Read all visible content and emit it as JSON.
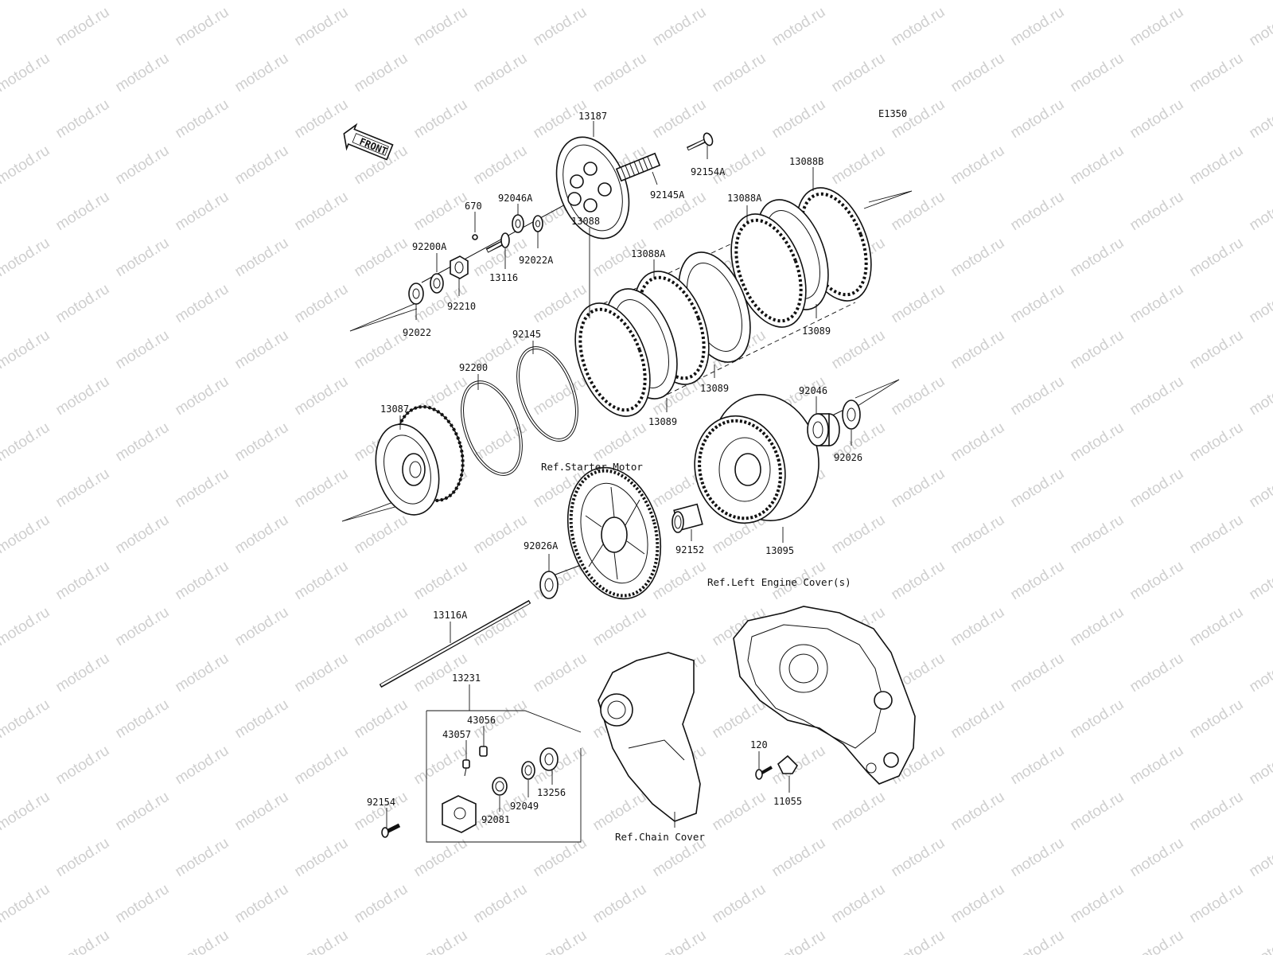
{
  "diagram": {
    "code": "E1350",
    "front_arrow": "FRONT",
    "watermark": "motod.ru",
    "parts": {
      "p13187": "13187",
      "p92154A": "92154A",
      "p92145A": "92145A",
      "p13088B": "13088B",
      "p13088A_top": "13088A",
      "p92046A": "92046A",
      "p670": "670",
      "p92200A": "92200A",
      "p92022A": "92022A",
      "p13116": "13116",
      "p92210": "92210",
      "p92022": "92022",
      "p13088A_mid": "13088A",
      "p13088": "13088",
      "p13089_right": "13089",
      "p92145": "92145",
      "p13089_mid": "13089",
      "p92200": "92200",
      "p13089_low": "13089",
      "p92046": "92046",
      "p13087": "13087",
      "p92026": "92026",
      "p92152": "92152",
      "p13095": "13095",
      "p92026A": "92026A",
      "p13116A": "13116A",
      "p13231": "13231",
      "p43056": "43056",
      "p43057": "43057",
      "p13256": "13256",
      "p92049": "92049",
      "p92154": "92154",
      "p92081": "92081",
      "p120": "120",
      "p11055": "11055"
    },
    "refs": {
      "starter_motor": "Ref.Starter Motor",
      "left_engine_cover": "Ref.Left Engine Cover(s)",
      "chain_cover": "Ref.Chain Cover"
    }
  }
}
